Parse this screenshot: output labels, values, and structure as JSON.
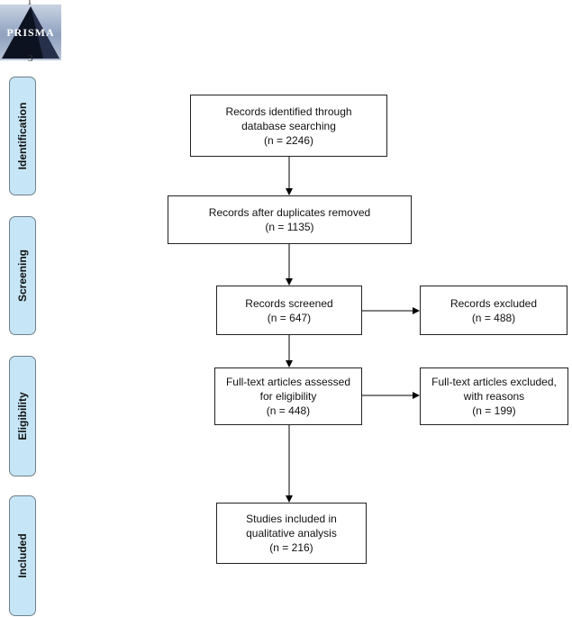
{
  "page_numbers": {
    "top": "1",
    "after_logo": "3"
  },
  "logo": {
    "text": "PRISMA"
  },
  "stages": [
    {
      "key": "identification",
      "label": "Identification"
    },
    {
      "key": "screening",
      "label": "Screening"
    },
    {
      "key": "eligibility",
      "label": "Eligibility"
    },
    {
      "key": "included",
      "label": "Included"
    }
  ],
  "boxes": {
    "identified": "Records identified through\ndatabase searching\n(n = 2246)",
    "after_duplicates": "Records after duplicates removed\n(n = 1135)",
    "screened": "Records screened\n(n =  647)",
    "excluded": "Records excluded\n(n =  488)",
    "fulltext_assessed": "Full-text articles assessed\nfor eligibility\n(n =  448)",
    "fulltext_excluded": "Full-text articles excluded,\nwith reasons\n(n = 199)",
    "included": "Studies included in\nqualitative analysis\n(n = 216)"
  },
  "colors": {
    "stage_fill": "#c6e6f7",
    "stage_border": "#6f7f8c",
    "box_border": "#222222"
  }
}
